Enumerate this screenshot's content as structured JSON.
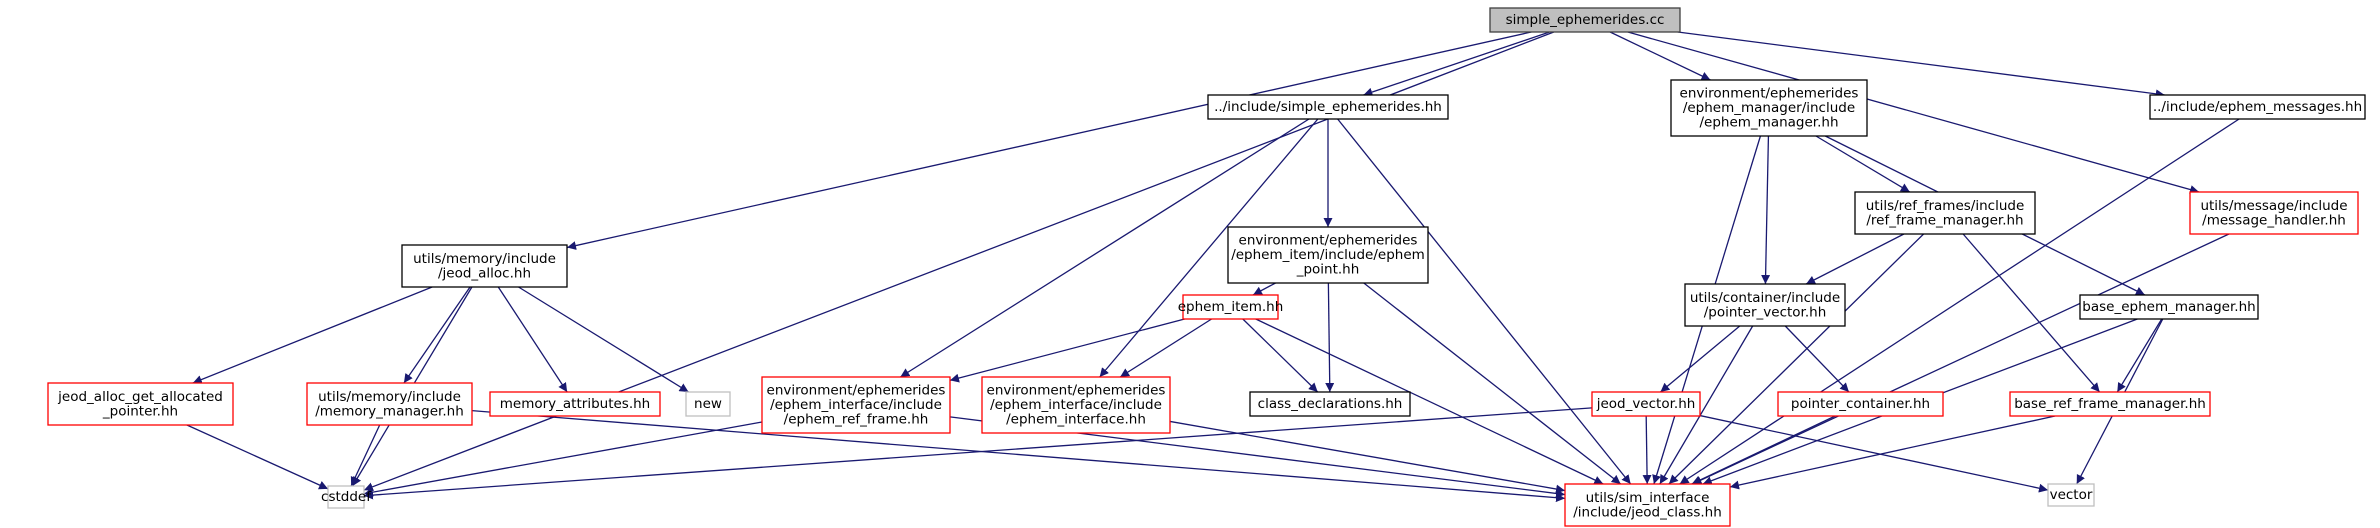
{
  "colors": {
    "edge": "#191970",
    "root_fill": "#bfbfbf",
    "root_border": "#404040",
    "normal_border": "#000000",
    "red_border": "#ff0000",
    "grey_border": "#bfbfbf",
    "grey_text": "#404040"
  },
  "nodes": [
    {
      "id": "root",
      "style": "root",
      "lines": [
        "simple_ephemerides.cc"
      ]
    },
    {
      "id": "cstddef",
      "style": "grey",
      "lines": [
        "cstddef"
      ]
    },
    {
      "id": "jeod_alloc",
      "style": "normal",
      "lines": [
        "utils/memory/include",
        "/jeod_alloc.hh"
      ]
    },
    {
      "id": "jeod_alloc_get",
      "style": "red",
      "lines": [
        "jeod_alloc_get_allocated",
        "_pointer.hh"
      ]
    },
    {
      "id": "memory_manager",
      "style": "red",
      "lines": [
        "utils/memory/include",
        "/memory_manager.hh"
      ]
    },
    {
      "id": "memory_attributes",
      "style": "red",
      "lines": [
        "memory_attributes.hh"
      ]
    },
    {
      "id": "new",
      "style": "grey",
      "lines": [
        "new"
      ]
    },
    {
      "id": "simple_eph_hh",
      "style": "normal",
      "lines": [
        "../include/simple_ephemerides.hh"
      ]
    },
    {
      "id": "ephem_point",
      "style": "normal",
      "lines": [
        "environment/ephemerides",
        "/ephem_item/include/ephem",
        "_point.hh"
      ]
    },
    {
      "id": "ephem_item",
      "style": "red",
      "lines": [
        "ephem_item.hh"
      ]
    },
    {
      "id": "ephem_ref_frame",
      "style": "red",
      "lines": [
        "environment/ephemerides",
        "/ephem_interface/include",
        "/ephem_ref_frame.hh"
      ]
    },
    {
      "id": "ephem_interface",
      "style": "red",
      "lines": [
        "environment/ephemerides",
        "/ephem_interface/include",
        "/ephem_interface.hh"
      ]
    },
    {
      "id": "class_decl",
      "style": "normal",
      "lines": [
        "class_declarations.hh"
      ]
    },
    {
      "id": "jeod_class",
      "style": "red",
      "lines": [
        "utils/sim_interface",
        "/include/jeod_class.hh"
      ]
    },
    {
      "id": "ephem_manager",
      "style": "normal",
      "lines": [
        "environment/ephemerides",
        "/ephem_manager/include",
        "/ephem_manager.hh"
      ]
    },
    {
      "id": "ref_frame_manager",
      "style": "normal",
      "lines": [
        "utils/ref_frames/include",
        "/ref_frame_manager.hh"
      ]
    },
    {
      "id": "pointer_vector",
      "style": "normal",
      "lines": [
        "utils/container/include",
        "/pointer_vector.hh"
      ]
    },
    {
      "id": "jeod_vector",
      "style": "red",
      "lines": [
        "jeod_vector.hh"
      ]
    },
    {
      "id": "pointer_container",
      "style": "red",
      "lines": [
        "pointer_container.hh"
      ]
    },
    {
      "id": "base_ephem_manager",
      "style": "normal",
      "lines": [
        "base_ephem_manager.hh"
      ]
    },
    {
      "id": "base_ref_frame_manager",
      "style": "red",
      "lines": [
        "base_ref_frame_manager.hh"
      ]
    },
    {
      "id": "vector",
      "style": "grey",
      "lines": [
        "vector"
      ]
    },
    {
      "id": "message_handler",
      "style": "red",
      "lines": [
        "utils/message/include",
        "/message_handler.hh"
      ]
    },
    {
      "id": "ephem_messages",
      "style": "normal",
      "lines": [
        "../include/ephem_messages.hh"
      ]
    }
  ],
  "edges": [
    [
      "root",
      "cstddef"
    ],
    [
      "root",
      "jeod_alloc"
    ],
    [
      "root",
      "simple_eph_hh"
    ],
    [
      "root",
      "ephem_manager"
    ],
    [
      "root",
      "message_handler"
    ],
    [
      "root",
      "ephem_messages"
    ],
    [
      "jeod_alloc",
      "jeod_alloc_get"
    ],
    [
      "jeod_alloc",
      "cstddef"
    ],
    [
      "jeod_alloc",
      "memory_manager"
    ],
    [
      "jeod_alloc",
      "memory_attributes"
    ],
    [
      "jeod_alloc",
      "new"
    ],
    [
      "jeod_alloc_get",
      "cstddef"
    ],
    [
      "memory_manager",
      "cstddef"
    ],
    [
      "memory_manager",
      "jeod_class"
    ],
    [
      "simple_eph_hh",
      "ephem_point"
    ],
    [
      "simple_eph_hh",
      "ephem_ref_frame"
    ],
    [
      "simple_eph_hh",
      "ephem_interface"
    ],
    [
      "simple_eph_hh",
      "jeod_class"
    ],
    [
      "ephem_point",
      "ephem_item"
    ],
    [
      "ephem_point",
      "class_decl"
    ],
    [
      "ephem_point",
      "jeod_class"
    ],
    [
      "ephem_item",
      "ephem_ref_frame"
    ],
    [
      "ephem_item",
      "ephem_interface"
    ],
    [
      "ephem_item",
      "class_decl"
    ],
    [
      "ephem_item",
      "jeod_class"
    ],
    [
      "ephem_ref_frame",
      "cstddef"
    ],
    [
      "ephem_ref_frame",
      "jeod_class"
    ],
    [
      "ephem_interface",
      "jeod_class"
    ],
    [
      "ephem_manager",
      "jeod_class"
    ],
    [
      "ephem_manager",
      "pointer_vector"
    ],
    [
      "ephem_manager",
      "ref_frame_manager"
    ],
    [
      "ephem_manager",
      "base_ephem_manager"
    ],
    [
      "ref_frame_manager",
      "pointer_vector"
    ],
    [
      "ref_frame_manager",
      "jeod_class"
    ],
    [
      "ref_frame_manager",
      "base_ref_frame_manager"
    ],
    [
      "pointer_vector",
      "jeod_vector"
    ],
    [
      "pointer_vector",
      "jeod_class"
    ],
    [
      "pointer_vector",
      "pointer_container"
    ],
    [
      "jeod_vector",
      "cstddef"
    ],
    [
      "jeod_vector",
      "jeod_class"
    ],
    [
      "jeod_vector",
      "vector"
    ],
    [
      "pointer_container",
      "jeod_class"
    ],
    [
      "base_ephem_manager",
      "base_ref_frame_manager"
    ],
    [
      "base_ephem_manager",
      "jeod_class"
    ],
    [
      "base_ephem_manager",
      "vector"
    ],
    [
      "base_ref_frame_manager",
      "jeod_class"
    ],
    [
      "message_handler",
      "jeod_class"
    ],
    [
      "ephem_messages",
      "jeod_class"
    ]
  ]
}
